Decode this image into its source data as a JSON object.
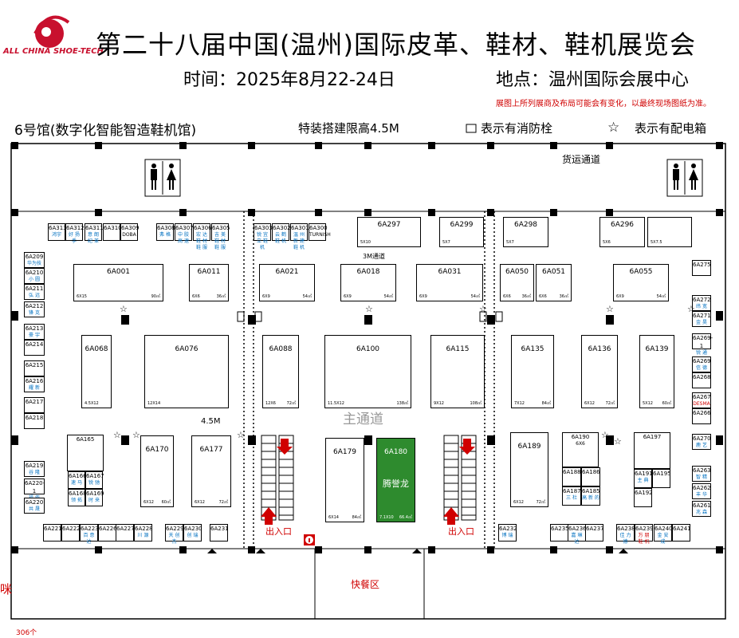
{
  "header": {
    "title": "第二十八届中国(温州)国际皮革、鞋材、鞋机展览会",
    "logo_text": "ALL CHINA SHOE-TECH",
    "time": "时间：2025年8月22-24日",
    "place": "地点：温州国际会展中心",
    "note": "展图上所列展商及布局可能会有变化，以最终现场图纸为准。"
  },
  "legend": {
    "hall": "6号馆(数字化智能智造鞋机馆)",
    "height_limit": "特装搭建限高4.5M",
    "hydrant": "表示有消防栓",
    "power_star": "☆",
    "power": "表示有配电箱"
  },
  "labels": {
    "freight": "货运通道",
    "aisle_3m": "3M通道",
    "width_45": "4.5M",
    "main_aisle": "主通道",
    "cafe": "快餐区",
    "entrance_1": "出入口",
    "entrance_2": "出入口",
    "count": "306个",
    "left_edge": "咪"
  },
  "colors": {
    "brand_red": "#c8102e",
    "green_booth": "#2e8b2e",
    "company_blue": "#0070c0",
    "note_red": "#d00000"
  },
  "booths": [
    {
      "id": "6A297",
      "size": "5X10",
      "area": ""
    },
    {
      "id": "6A299",
      "size": "5X7",
      "area": ""
    },
    {
      "id": "6A298",
      "size": "5X7",
      "area": ""
    },
    {
      "id": "6A296",
      "size": "5X6",
      "area": ""
    },
    {
      "id": "",
      "size": "5X7.5",
      "area": ""
    },
    {
      "id": "6A001",
      "size": "6X15",
      "area": "90㎡"
    },
    {
      "id": "6A011",
      "size": "6X6",
      "area": "36㎡"
    },
    {
      "id": "6A021",
      "size": "6X9",
      "area": "54㎡"
    },
    {
      "id": "6A018",
      "size": "6X9",
      "area": "54㎡"
    },
    {
      "id": "6A031",
      "size": "6X9",
      "area": "54㎡"
    },
    {
      "id": "6A050",
      "size": "6X6",
      "area": "36㎡"
    },
    {
      "id": "6A051",
      "size": "6X6",
      "area": "36㎡"
    },
    {
      "id": "6A055",
      "size": "6X9",
      "area": "54㎡"
    },
    {
      "id": "6A068",
      "size": "4.5X12",
      "area": ""
    },
    {
      "id": "6A076",
      "size": "12X14",
      "area": ""
    },
    {
      "id": "6A088",
      "size": "12X6",
      "area": "72㎡"
    },
    {
      "id": "6A100",
      "size": "11.5X12",
      "area": "138㎡"
    },
    {
      "id": "6A115",
      "size": "9X12",
      "area": "108㎡"
    },
    {
      "id": "6A135",
      "size": "7X12",
      "area": "84㎡"
    },
    {
      "id": "6A136",
      "size": "6X12",
      "area": "72㎡"
    },
    {
      "id": "6A139",
      "size": "5X12",
      "area": "60㎡"
    },
    {
      "id": "6A170",
      "size": "6X12",
      "area": "60㎡"
    },
    {
      "id": "6A177",
      "size": "6X12",
      "area": "72㎡"
    },
    {
      "id": "6A179",
      "size": "6X14",
      "area": "84㎡"
    },
    {
      "id": "6A180",
      "size": "7.1X10",
      "area": "66.4㎡",
      "company": "腾誉龙"
    },
    {
      "id": "6A189",
      "size": "6X12",
      "area": "72㎡"
    }
  ],
  "small_booths": {
    "top_row": [
      {
        "id": "6A313",
        "co": "鸿宇"
      },
      {
        "id": "6A312",
        "co": "好 扬 手"
      },
      {
        "id": "6A311",
        "co": "意 朗 纪 革"
      },
      {
        "id": "6A310",
        "co": ""
      },
      {
        "id": "6A309",
        "co": "DOBA"
      },
      {
        "id": "6A308",
        "co": "弗 格"
      },
      {
        "id": "6A307",
        "co": "中 胶 高 速"
      },
      {
        "id": "6A306",
        "co": "宏 达 鞋 材 鞋 服"
      },
      {
        "id": "6A305",
        "co": "吉 美 鞋 材 鞋 服"
      },
      {
        "id": "6A303",
        "co": "锐 宜 立 鞋 机"
      },
      {
        "id": "6A302",
        "co": "云 鹤 鞋 机"
      },
      {
        "id": "6A301",
        "co": "温 州 新 建 鞋 机"
      },
      {
        "id": "6A300",
        "co": "TURNISH"
      }
    ],
    "left_col": [
      {
        "id": "6A209",
        "co": "华为技"
      },
      {
        "id": "6A210",
        "co": "小 圆"
      },
      {
        "id": "6A211",
        "co": "弘 远"
      },
      {
        "id": "6A212",
        "co": "锋 克"
      },
      {
        "id": "6A213",
        "co": "豪 宇"
      },
      {
        "id": "6A214",
        "co": ""
      },
      {
        "id": "6A215",
        "co": ""
      },
      {
        "id": "6A216",
        "co": "耀 新"
      },
      {
        "id": "6A217",
        "co": ""
      },
      {
        "id": "6A218",
        "co": ""
      },
      {
        "id": "6A219",
        "co": "谷 隆"
      },
      {
        "id": "6A220-1",
        "co": "福 侬"
      },
      {
        "id": "6A220",
        "co": "共 晟"
      }
    ],
    "bottom_row": [
      {
        "id": "6A221",
        "co": ""
      },
      {
        "id": "6A222",
        "co": ""
      },
      {
        "id": "6A223",
        "co": "百 意 达"
      },
      {
        "id": "6A226",
        "co": ""
      },
      {
        "id": "6A227",
        "co": ""
      },
      {
        "id": "6A228",
        "co": "川 源"
      },
      {
        "id": "6A229",
        "co": "天 创 杰"
      },
      {
        "id": "6A230",
        "co": "创 瑞"
      },
      {
        "id": "6A231",
        "co": ""
      },
      {
        "id": "6A232",
        "co": "博 瑞"
      },
      {
        "id": "6A235",
        "co": ""
      },
      {
        "id": "6A236",
        "co": "嘉 琳 达"
      },
      {
        "id": "6A237",
        "co": ""
      },
      {
        "id": "6A238",
        "co": "佳 力 德"
      },
      {
        "id": "6A239",
        "co": "万 朋 鞋 机"
      },
      {
        "id": "6A240",
        "co": "金 安 成"
      },
      {
        "id": "6A241",
        "co": ""
      }
    ],
    "right_col": [
      {
        "id": "6A275",
        "co": ""
      },
      {
        "id": "6A272",
        "co": "纬 宽"
      },
      {
        "id": "6A271",
        "co": "金 昊"
      },
      {
        "id": "6A269-1",
        "co": "锐 通"
      },
      {
        "id": "6A269",
        "co": "信 德"
      },
      {
        "id": "6A268",
        "co": ""
      },
      {
        "id": "6A267",
        "co": "DESMA"
      },
      {
        "id": "6A266",
        "co": ""
      },
      {
        "id": "6A270",
        "co": "鹿 艺"
      },
      {
        "id": "6A263",
        "co": "智 精"
      },
      {
        "id": "6A262",
        "co": "丰 华"
      },
      {
        "id": "6A261",
        "co": "兆 森"
      }
    ],
    "cluster_165": {
      "id": "6A165",
      "sub": [
        {
          "id": "6A166",
          "co": "速 马"
        },
        {
          "id": "6A167",
          "co": "锐 驰"
        },
        {
          "id": "6A168",
          "co": "领 拓"
        },
        {
          "id": "6A169",
          "co": "时 来"
        }
      ]
    },
    "cluster_190": {
      "id": "6A190",
      "size": "6X6",
      "sub": [
        {
          "id": "6A188",
          "co": ""
        },
        {
          "id": "6A186",
          "co": ""
        },
        {
          "id": "6A187",
          "co": "三 杜"
        },
        {
          "id": "6A185",
          "co": "高 新 的"
        }
      ]
    },
    "cluster_197": {
      "id": "6A197",
      "sub": [
        {
          "id": "6A191",
          "co": "主 典"
        },
        {
          "id": "6A195",
          "co": ""
        },
        {
          "id": "6A192",
          "co": ""
        }
      ]
    }
  }
}
